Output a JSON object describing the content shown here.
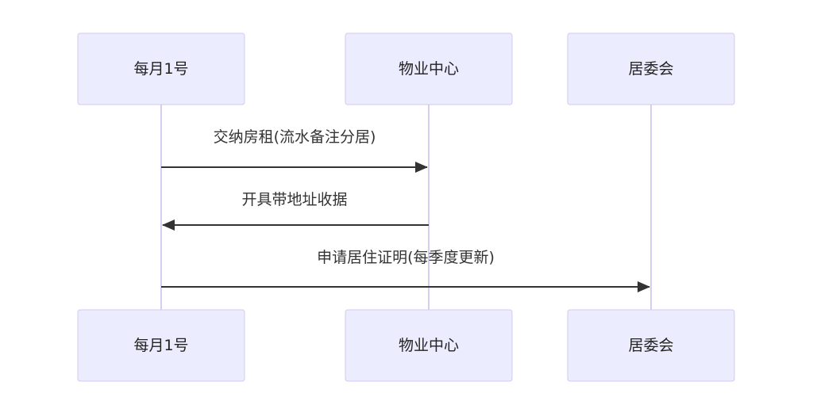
{
  "diagram": {
    "participants": [
      {
        "id": "p1",
        "label": "每月1号"
      },
      {
        "id": "p2",
        "label": "物业中心"
      },
      {
        "id": "p3",
        "label": "居委会"
      }
    ],
    "messages": [
      {
        "from": "p1",
        "to": "p2",
        "label": "交纳房租(流水备注分居)"
      },
      {
        "from": "p2",
        "to": "p1",
        "label": "开具带地址收据"
      },
      {
        "from": "p1",
        "to": "p3",
        "label": "申请居住证明(每季度更新)"
      }
    ]
  }
}
